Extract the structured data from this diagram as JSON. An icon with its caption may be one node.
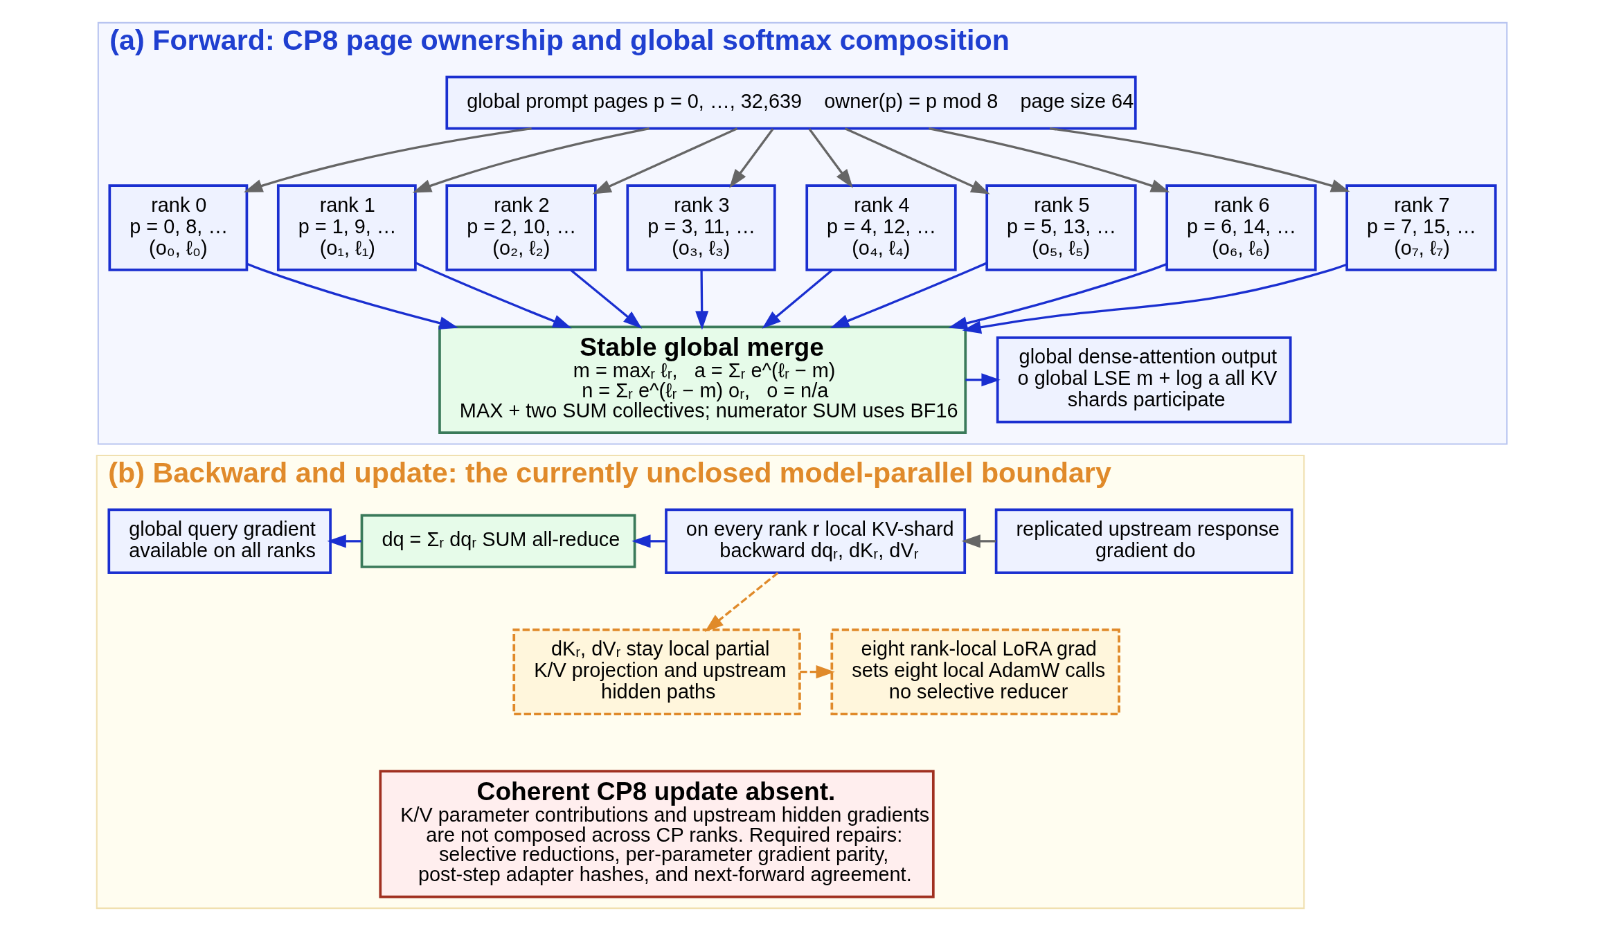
{
  "diagram": {
    "nodes": [
      {
        "text": [
          "(a) Forward: CP8 page ownership and global softmax composition"
        ]
      },
      {
        "text": [
          "global prompt pages p = 0, …, 32,639    owner(p) = p mod 8    page size 64"
        ],
        "in": 0
      },
      {
        "text": [
          "rank 0",
          "p = 0, 8, …",
          "(o₀, ℓ₀)"
        ],
        "in": 0
      },
      {
        "text": [
          "rank 1",
          "p = 1, 9, …",
          "(o₁, ℓ₁)"
        ],
        "in": 0
      },
      {
        "text": [
          "rank 2",
          "p = 2, 10, …",
          "(o₂, ℓ₂)"
        ],
        "in": 0
      },
      {
        "text": [
          "rank 3",
          "p = 3, 11, …",
          "(o₃, ℓ₃)"
        ],
        "in": 0
      },
      {
        "text": [
          "rank 4",
          "p = 4, 12, …",
          "(o₄, ℓ₄)"
        ],
        "in": 0
      },
      {
        "text": [
          "rank 5",
          "p = 5, 13, …",
          "(o₅, ℓ₅)"
        ],
        "in": 0
      },
      {
        "text": [
          "rank 6",
          "p = 6, 14, …",
          "(o₆, ℓ₆)"
        ],
        "in": 0
      },
      {
        "text": [
          "rank 7",
          "p = 7, 15, …",
          "(o₇, ℓ₇)"
        ],
        "in": 0
      },
      {
        "text": [
          "Stable global merge",
          "m = maxᵣ ℓᵣ,   a = Σᵣ e^(ℓᵣ − m)",
          "n = Σᵣ e^(ℓᵣ − m) oᵣ,   o = n/a",
          "MAX + two SUM collectives; numerator SUM uses BF16"
        ],
        "in": 0
      },
      {
        "text": [
          "global dense-attention output o global LSE m + log a all KV shards participate"
        ],
        "in": 0
      },
      {
        "text": [
          "(b) Backward and update: the currently unclosed model-parallel boundary"
        ]
      },
      {
        "text": [
          "replicated upstream response gradient do"
        ],
        "in": 12
      },
      {
        "text": [
          "on every rank r local KV-shard backward dqᵣ, dKᵣ, dVᵣ"
        ],
        "in": 12
      },
      {
        "text": [
          "dq = Σᵣ dqᵣ SUM all-reduce"
        ],
        "in": 12
      },
      {
        "text": [
          "global query gradient available on all ranks"
        ],
        "in": 12
      },
      {
        "text": [
          "dKᵣ, dVᵣ stay local partial K/V projection and upstream hidden paths"
        ],
        "in": 12
      },
      {
        "text": [
          "eight rank-local LoRA grad sets eight local AdamW calls no selective reducer"
        ],
        "in": 12
      },
      {
        "text": [
          "Coherent CP8 update absent.",
          "K/V parameter contributions and upstream hidden gradients are not composed across CP ranks. Required repairs: selective reductions, per-parameter gradient parity, post-step adapter hashes, and next-forward agreement."
        ],
        "in": 12
      }
    ],
    "edges": [
      {
        "from": 1,
        "to": 2,
        "arrow": "to",
        "color": "#666666"
      },
      {
        "from": 1,
        "to": 3,
        "arrow": "to",
        "color": "#666666"
      },
      {
        "from": 1,
        "to": 4,
        "arrow": "to",
        "color": "#666666"
      },
      {
        "from": 1,
        "to": 5,
        "arrow": "to",
        "color": "#666666"
      },
      {
        "from": 1,
        "to": 6,
        "arrow": "to",
        "color": "#666666"
      },
      {
        "from": 1,
        "to": 7,
        "arrow": "to",
        "color": "#666666"
      },
      {
        "from": 1,
        "to": 8,
        "arrow": "to",
        "color": "#666666"
      },
      {
        "from": 1,
        "to": 9,
        "arrow": "to",
        "color": "#666666"
      },
      {
        "from": 2,
        "to": 10,
        "arrow": "to"
      },
      {
        "from": 3,
        "to": 10,
        "arrow": "to"
      },
      {
        "from": 4,
        "to": 10,
        "arrow": "to"
      },
      {
        "from": 5,
        "to": 10,
        "arrow": "to"
      },
      {
        "from": 6,
        "to": 10,
        "arrow": "to"
      },
      {
        "from": 7,
        "to": 10,
        "arrow": "to"
      },
      {
        "from": 8,
        "to": 10,
        "arrow": "to"
      },
      {
        "from": 9,
        "to": 10,
        "arrow": "to"
      },
      {
        "from": 10,
        "to": 11,
        "arrow": "to"
      },
      {
        "from": 13,
        "to": 14,
        "arrow": "to",
        "color": "#666666"
      },
      {
        "from": 14,
        "to": 15,
        "arrow": "to"
      },
      {
        "from": 15,
        "to": 16,
        "arrow": "to"
      },
      {
        "from": 14,
        "to": 17,
        "arrow": "to",
        "style": "dashed",
        "color": "#e08a2a"
      },
      {
        "from": 17,
        "to": 18,
        "arrow": "to",
        "style": "dashed",
        "color": "#e08a2a"
      }
    ]
  }
}
